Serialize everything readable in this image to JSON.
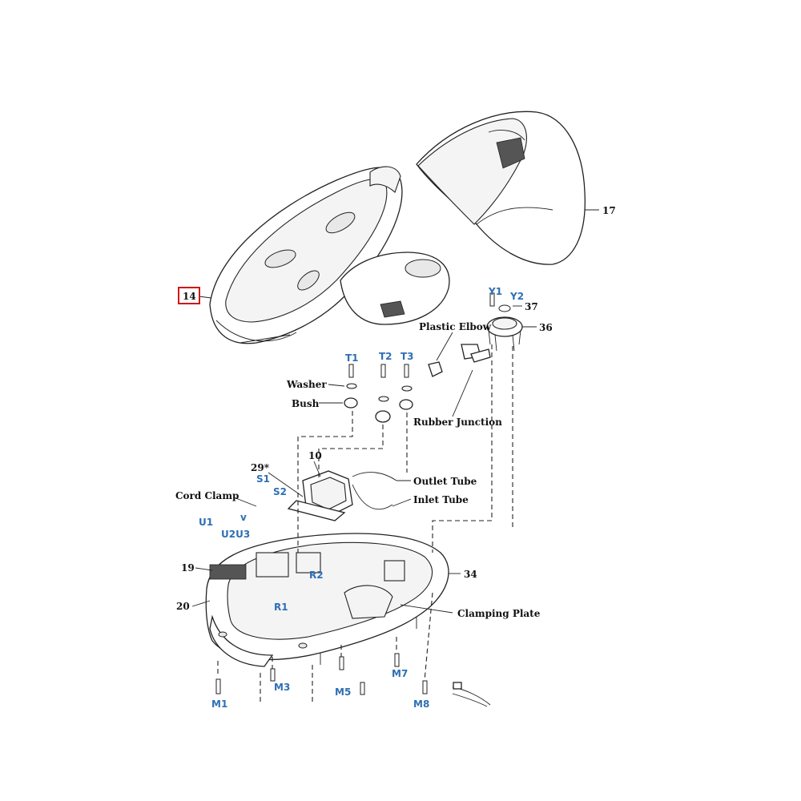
{
  "labels": {
    "p14": "14",
    "p17": "17",
    "y1": "Y1",
    "y2": "Y2",
    "p37": "37",
    "p36": "36",
    "plastic_elbow": "Plastic Elbow",
    "t1": "T1",
    "t2": "T2",
    "t3": "T3",
    "washer": "Washer",
    "bush": "Bush",
    "rubber_junction": "Rubber Junction",
    "p10": "10",
    "p29": "29*",
    "s1": "S1",
    "s2": "S2",
    "outlet_tube": "Outlet Tube",
    "inlet_tube": "Inlet Tube",
    "cord_clamp": "Cord Clamp",
    "v": "v",
    "u1": "U1",
    "u2u3": "U2U3",
    "p19": "19",
    "r2": "R2",
    "p34": "34",
    "p20": "20",
    "r1": "R1",
    "clamping_plate": "Clamping Plate",
    "m7": "M7",
    "m3": "M3",
    "m5": "M5",
    "m1": "M1",
    "m8": "M8"
  },
  "colors": {
    "callout_blue": "#2e6fb5",
    "highlight_red": "#d01818",
    "line": "#222222"
  }
}
